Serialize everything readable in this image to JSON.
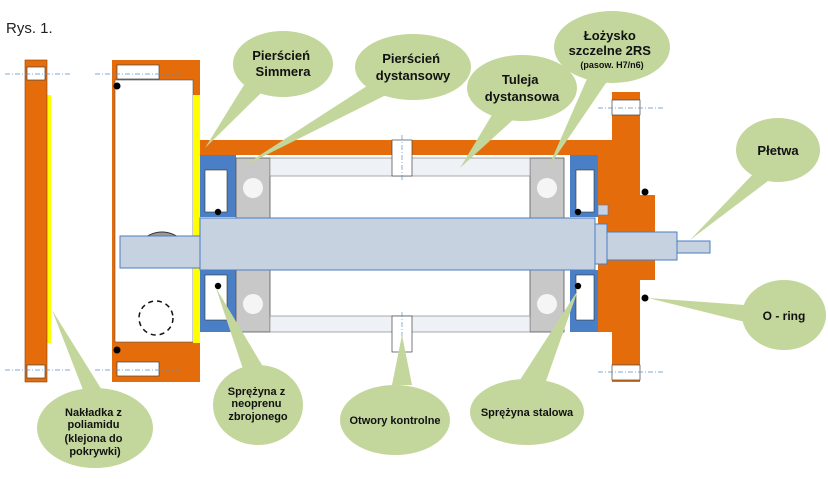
{
  "figure_label": "Rys. 1.",
  "callouts": {
    "simmer_ring": [
      "Pierścień",
      "Simmera"
    ],
    "spacer_ring": [
      "Pierścień",
      "dystansowy"
    ],
    "spacer_sleeve": [
      "Tuleja",
      "dystansowa"
    ],
    "bearing": [
      "Łożysko",
      "szczelne 2RS",
      "(pasow. H7/n6)"
    ],
    "fin": [
      "Płetwa"
    ],
    "o_ring": [
      "O - ring"
    ],
    "polyamide_cover": [
      "Nakładka z",
      "poliamidu",
      "(klejona do",
      "pokrywki)"
    ],
    "neoprene_spring": [
      "Sprężyna z",
      "neoprenu",
      "zbrojonego"
    ],
    "inspection_holes": [
      "Otwory kontrolne"
    ],
    "steel_spring": [
      "Sprężyna stalowa"
    ]
  },
  "colors": {
    "housing": "#E46C0A",
    "shaft": "#C6D2E0",
    "seal": "#4A7EC5",
    "yellow": "#FFFF00",
    "bubble": "#C3D69B",
    "bearing": "#C8C8C8",
    "sleeve": "#EEF2F7"
  }
}
